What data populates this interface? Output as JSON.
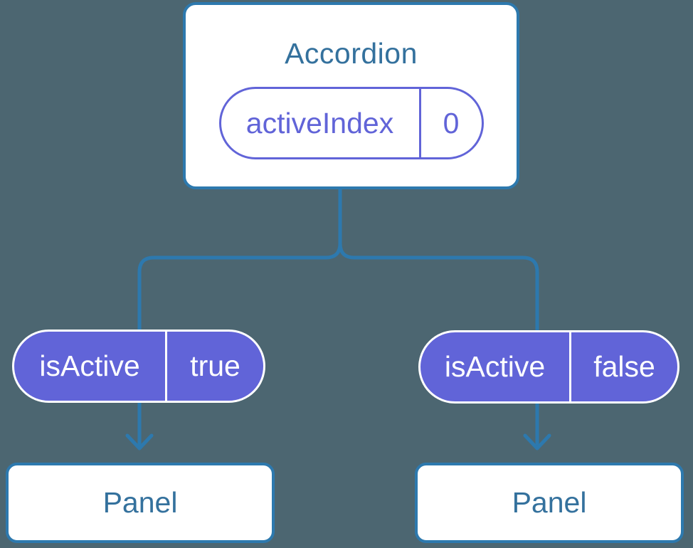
{
  "colors": {
    "background": "#4c6671",
    "line": "#2d79ae",
    "heading": "#34719d",
    "accent": "#6164d8",
    "node_bg": "#ffffff",
    "pill_text": "#ffffff"
  },
  "tree": {
    "root": {
      "title": "Accordion",
      "prop": {
        "name": "activeIndex",
        "value": "0"
      }
    },
    "children": [
      {
        "prop": {
          "name": "isActive",
          "value": "true"
        },
        "label": "Panel"
      },
      {
        "prop": {
          "name": "isActive",
          "value": "false"
        },
        "label": "Panel"
      }
    ]
  }
}
